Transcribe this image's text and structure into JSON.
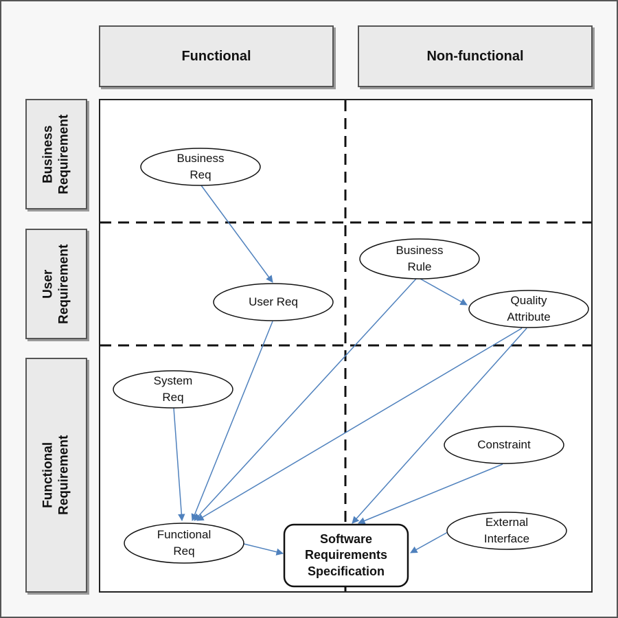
{
  "columns": {
    "functional": "Functional",
    "non_functional": "Non-functional"
  },
  "rows": {
    "business": [
      "Business",
      "Requirement"
    ],
    "user": [
      "User",
      "Requirement"
    ],
    "functional": [
      "Functional",
      "Requirement"
    ]
  },
  "nodes": {
    "business_req": [
      "Business",
      "Req"
    ],
    "user_req": [
      "User Req"
    ],
    "business_rule": [
      "Business",
      "Rule"
    ],
    "quality_attribute": [
      "Quality",
      "Attribute"
    ],
    "system_req": [
      "System",
      "Req"
    ],
    "constraint": [
      "Constraint"
    ],
    "external_interface": [
      "External",
      "Interface"
    ],
    "functional_req": [
      "Functional",
      "Req"
    ],
    "srs": [
      "Software",
      "Requirements",
      "Specification"
    ]
  },
  "colors": {
    "arrow": "#4f81bd",
    "header_fill": "#eaeaea",
    "border": "#555555"
  }
}
